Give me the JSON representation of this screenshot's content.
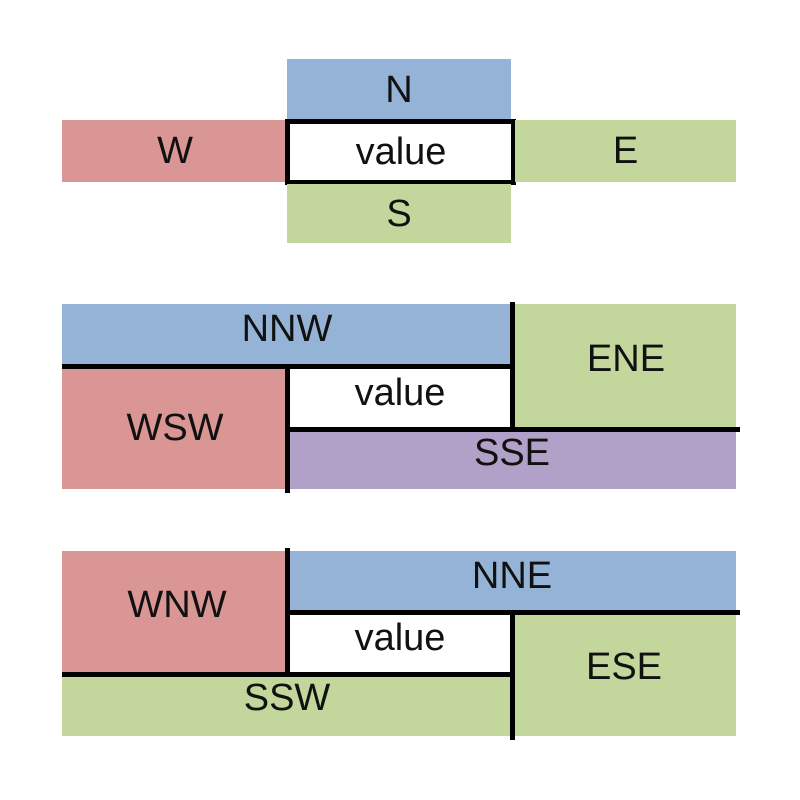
{
  "diagram1": {
    "north": "N",
    "west": "W",
    "center": "value",
    "east": "E",
    "south": "S"
  },
  "diagram2": {
    "nnw": "NNW",
    "ene": "ENE",
    "wsw": "WSW",
    "center": "value",
    "sse": "SSE"
  },
  "diagram3": {
    "wnw": "WNW",
    "nne": "NNE",
    "center": "value",
    "ese": "ESE",
    "ssw": "SSW"
  },
  "colors": {
    "north": "#95b3d7",
    "west": "#da9694",
    "east": "#c3d69b",
    "south": "#c3d69b",
    "sse": "#b1a0c7"
  }
}
